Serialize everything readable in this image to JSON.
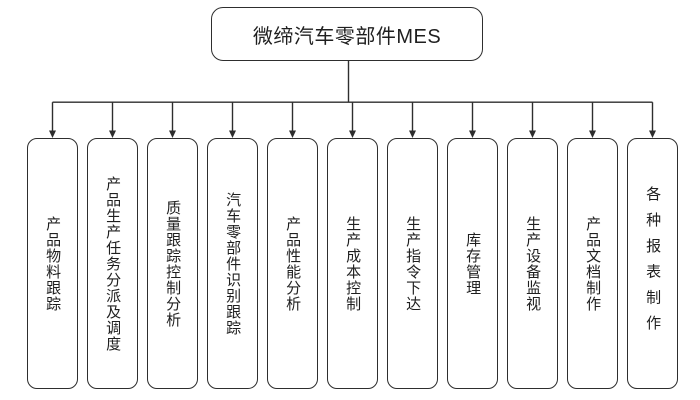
{
  "root": {
    "title": "微缔汽车零部件MES"
  },
  "modules": [
    {
      "label": "产品物料跟踪"
    },
    {
      "label": "产品生产任务分派及调度"
    },
    {
      "label": "质量跟踪控制分析"
    },
    {
      "label": "汽车零部件识别跟踪"
    },
    {
      "label": "产品性能分析"
    },
    {
      "label": "生产成本控制"
    },
    {
      "label": "生产指令下达"
    },
    {
      "label": "库存管理"
    },
    {
      "label": "生产设备监视"
    },
    {
      "label": "产品文档制作"
    },
    {
      "label": "各种报表制作"
    }
  ],
  "colors": {
    "background": "#ffffff",
    "border": "#2e2e2e",
    "line": "#2e2e2e",
    "text": "#1f1f1f"
  }
}
